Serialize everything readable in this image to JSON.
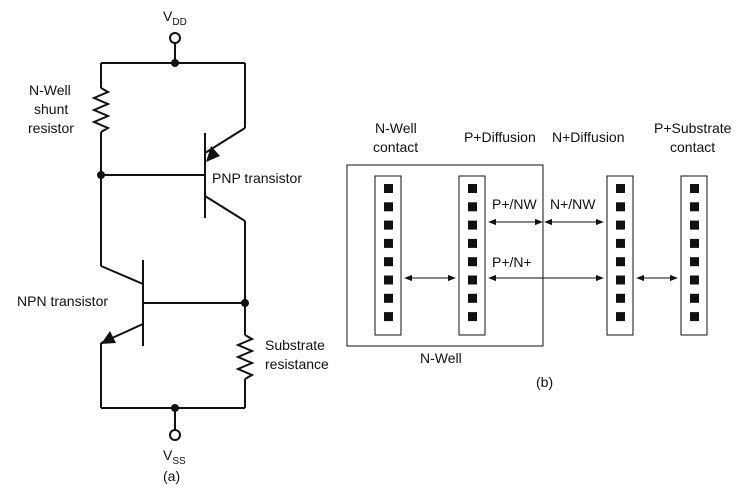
{
  "circuit_a": {
    "vdd": {
      "main": "V",
      "sub": "DD"
    },
    "vss": {
      "main": "V",
      "sub": "SS"
    },
    "nwell_shunt": [
      "N-Well",
      "shunt",
      "resistor"
    ],
    "pnp_label": "PNP transistor",
    "npn_label": "NPN transistor",
    "substrate_res": [
      "Substrate",
      "resistance"
    ],
    "caption": "(a)"
  },
  "layout_b": {
    "nwell_contact": [
      "N-Well",
      "contact"
    ],
    "p_diffusion": "P+Diffusion",
    "n_diffusion": "N+Diffusion",
    "p_substrate_contact": [
      "P+Substrate",
      "contact"
    ],
    "p_nw": "P+/NW",
    "n_nw": "N+/NW",
    "p_n": "P+/N+",
    "nwell_label": "N-Well",
    "caption": "(b)",
    "squares_per_column": 8
  }
}
